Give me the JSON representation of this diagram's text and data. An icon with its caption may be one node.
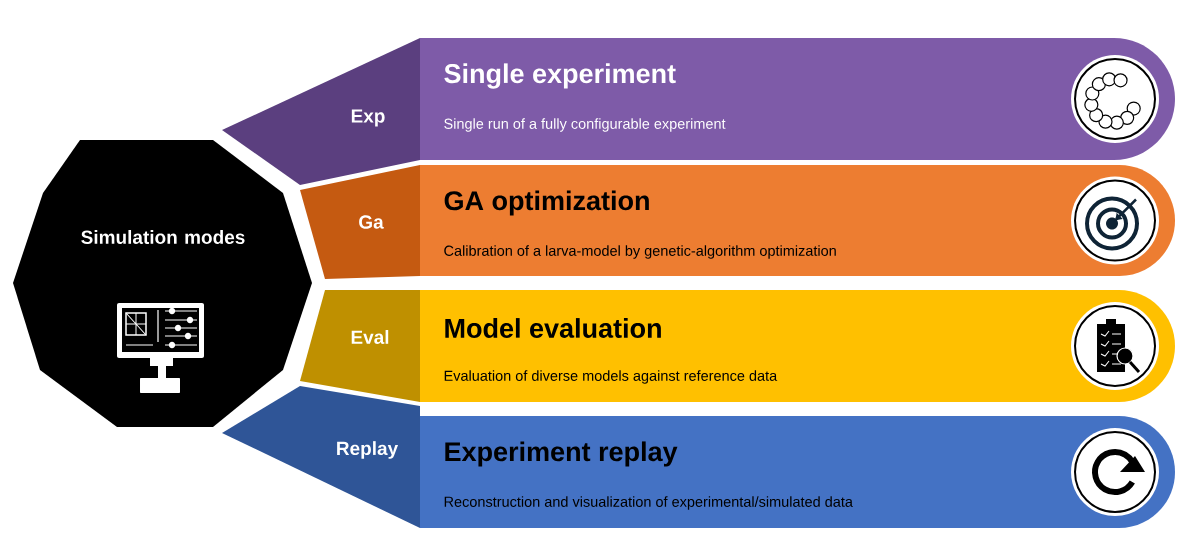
{
  "diagram": {
    "nodes": [
      {
        "text": [
          "Simulation modes"
        ]
      },
      {
        "text": [
          "Exp"
        ]
      },
      {
        "text": [
          "Single experiment",
          "Single run of a fully configurable experiment"
        ]
      },
      {
        "text": [
          "Ga"
        ]
      },
      {
        "text": [
          "GA optimization",
          "Calibration of a larva-model by genetic-algorithm optimization"
        ]
      },
      {
        "text": [
          "Eval"
        ]
      },
      {
        "text": [
          "Model evaluation",
          "Evaluation of diverse models against reference data"
        ]
      },
      {
        "text": [
          "Replay"
        ]
      },
      {
        "text": [
          "Experiment replay",
          "Reconstruction and visualization of experimental/simulated data"
        ]
      }
    ]
  }
}
